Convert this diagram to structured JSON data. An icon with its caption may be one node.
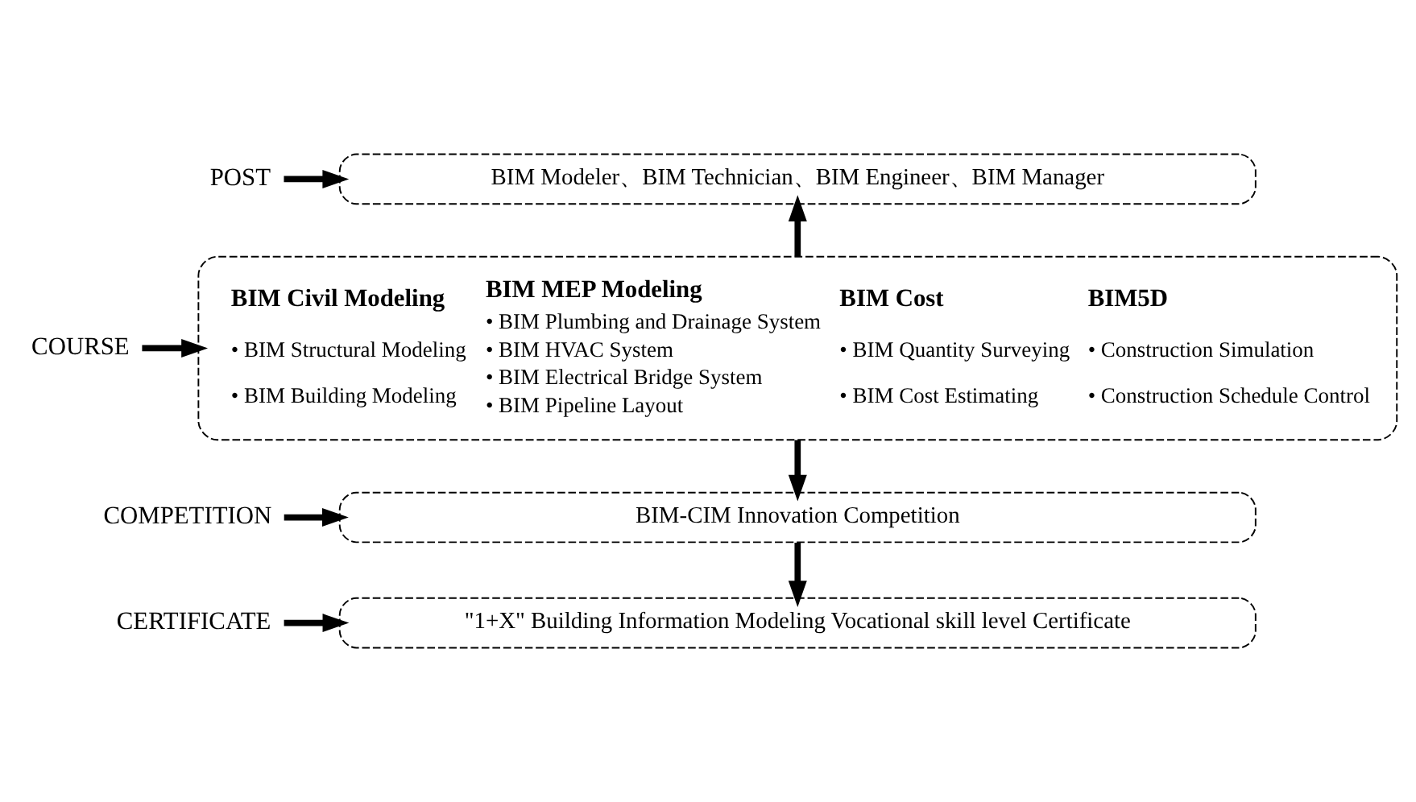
{
  "diagram": {
    "nodes": [
      {
        "text": [
          "POST"
        ]
      },
      {
        "text": [
          "BIM Modeler、BIM Technician、BIM Engineer、BIM Manager"
        ]
      },
      {
        "text": [
          "COURSE"
        ]
      },
      {
        "text": [
          "BIM Civil Modeling",
          "• BIM Structural Modeling",
          "• BIM Building Modeling",
          "BIM MEP Modeling",
          "• BIM Plumbing and Drainage System",
          "• BIM HVAC System",
          "• BIM Electrical Bridge System",
          "• BIM Pipeline Layout",
          "BIM Cost",
          "• BIM Quantity Surveying",
          "• BIM Cost Estimating",
          "BIM5D",
          "• Construction Simulation",
          "• Construction Schedule Control"
        ]
      },
      {
        "text": [
          "COMPETITION"
        ]
      },
      {
        "text": [
          "BIM-CIM Innovation Competition"
        ]
      },
      {
        "text": [
          "CERTIFICATE"
        ]
      },
      {
        "text": [
          "\"1+X\" Building Information Modeling Vocational skill level Certificate"
        ]
      }
    ],
    "edges": [
      {
        "from": 0,
        "to": 1,
        "arrow": "to"
      },
      {
        "from": 3,
        "to": 1,
        "arrow": "to"
      },
      {
        "from": 2,
        "to": 3,
        "arrow": "to"
      },
      {
        "from": 3,
        "to": 5,
        "arrow": "to"
      },
      {
        "from": 4,
        "to": 5,
        "arrow": "to"
      },
      {
        "from": 5,
        "to": 7,
        "arrow": "to"
      },
      {
        "from": 6,
        "to": 7,
        "arrow": "to"
      }
    ]
  }
}
